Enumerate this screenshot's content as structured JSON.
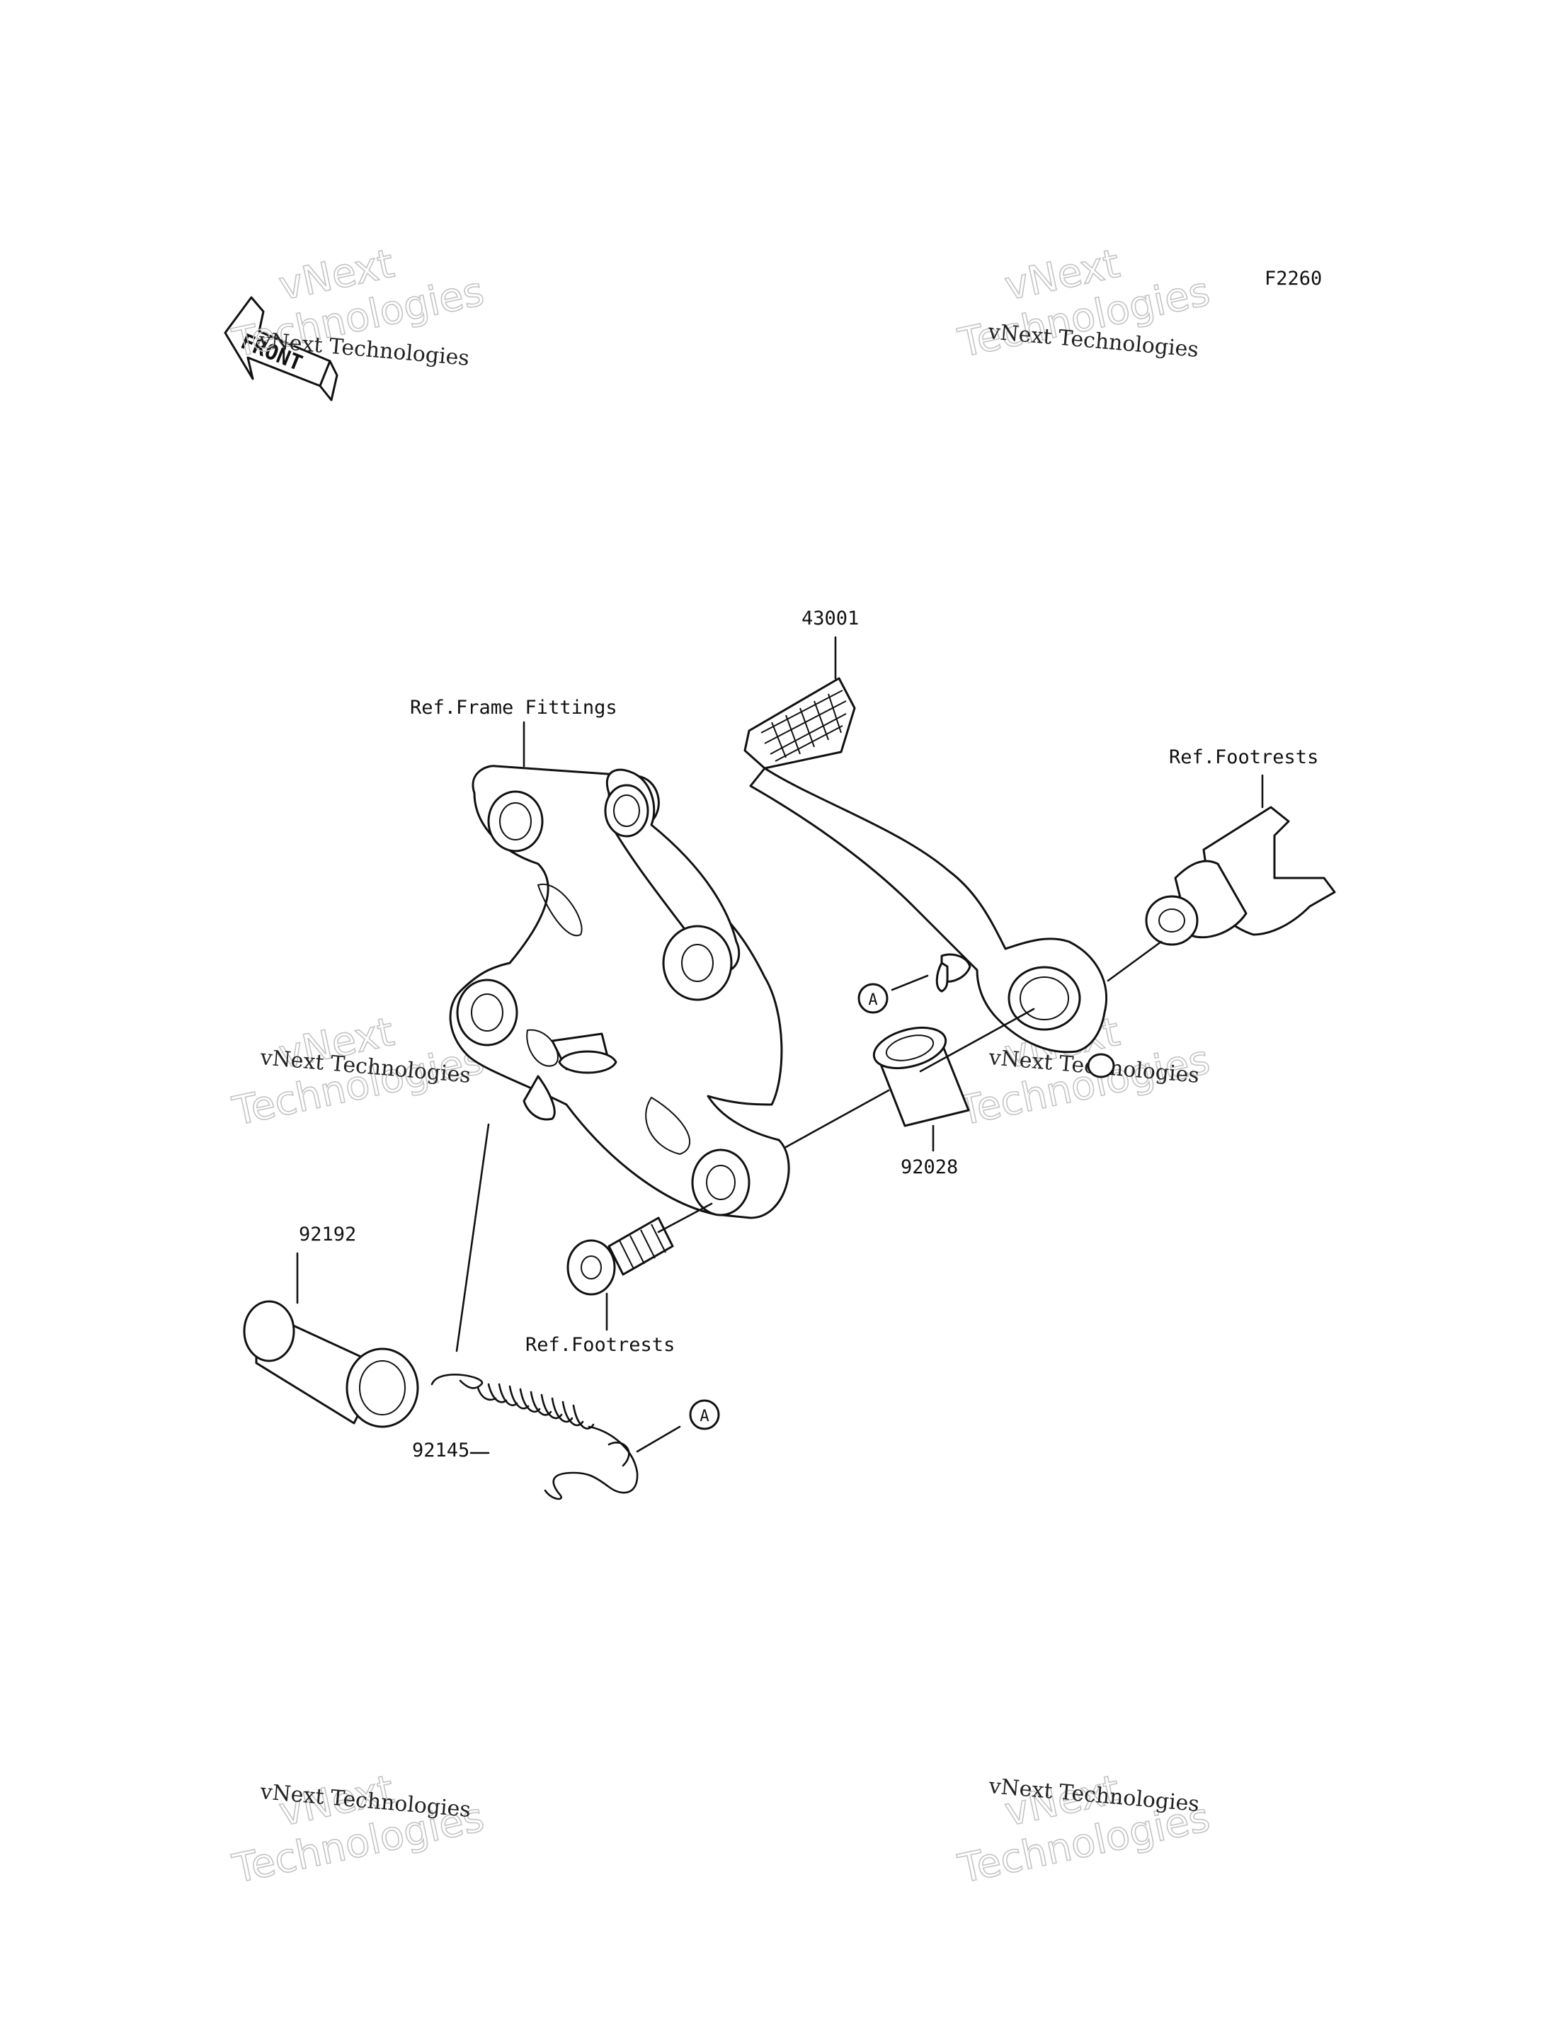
{
  "figure_code": "F2260",
  "front_arrow_label": "FRONT",
  "watermark": {
    "small_text": "vNext Technologies",
    "big_line_1": "vNext",
    "big_line_2": "Technologies"
  },
  "callouts": {
    "ref_frame_fittings": "Ref.Frame Fittings",
    "ref_footrests_top": "Ref.Footrests",
    "ref_footrests_bottom": "Ref.Footrests",
    "part_43001": "43001",
    "part_92028": "92028",
    "part_92192": "92192",
    "part_92145": "92145",
    "marker_a_1": "A",
    "marker_a_2": "A"
  }
}
